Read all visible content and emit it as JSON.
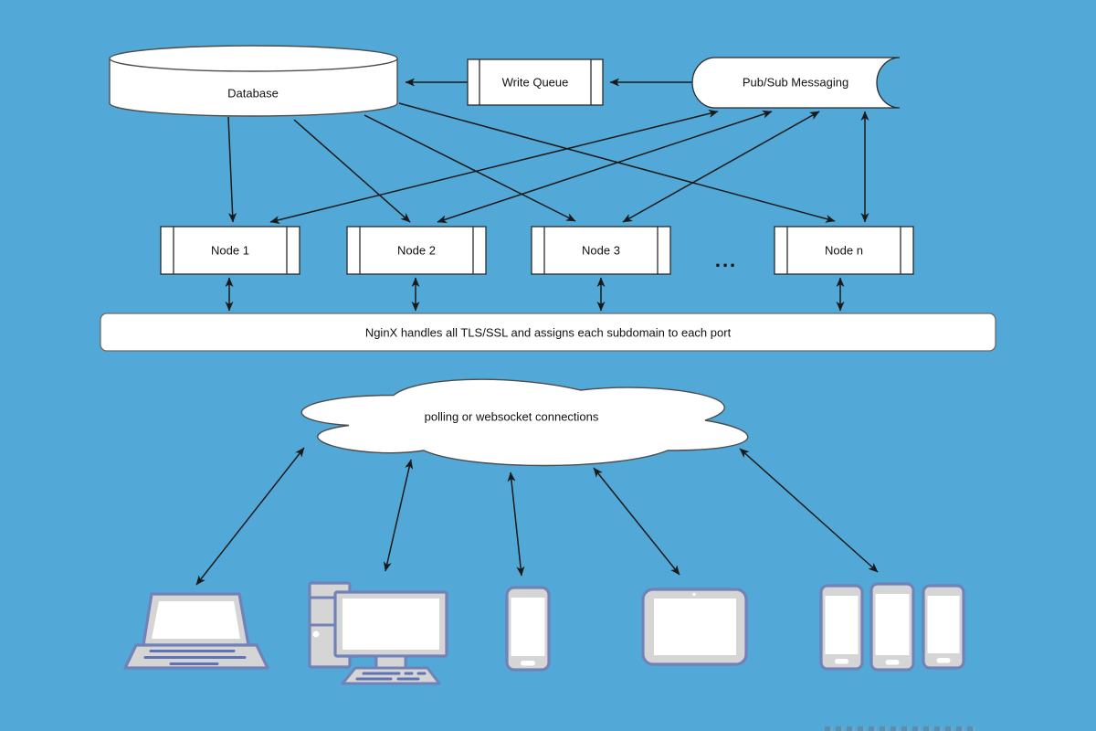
{
  "diagram": {
    "database": {
      "label": "Database",
      "shape": "cylinder"
    },
    "write_queue": {
      "label": "Write Queue",
      "shape": "predefined-process"
    },
    "pubsub": {
      "label": "Pub/Sub Messaging",
      "shape": "stored-data"
    },
    "nodes": [
      {
        "label": "Node 1"
      },
      {
        "label": "Node 2"
      },
      {
        "label": "Node 3"
      },
      {
        "label": "Node n"
      }
    ],
    "ellipsis": "...",
    "nginx_bar": {
      "label": "NginX handles all TLS/SSL and assigns each subdomain to each port"
    },
    "cloud": {
      "label": "polling or websocket connections"
    },
    "devices": [
      {
        "icon": "laptop-icon"
      },
      {
        "icon": "desktop-computer-icon"
      },
      {
        "icon": "smartphone-icon"
      },
      {
        "icon": "tablet-icon"
      },
      {
        "icon": "smartphone-group-icon"
      }
    ],
    "connections": [
      {
        "from": "Write Queue",
        "to": "Database",
        "arrows": "single"
      },
      {
        "from": "Pub/Sub Messaging",
        "to": "Write Queue",
        "arrows": "single"
      },
      {
        "from": "Database",
        "to": "Node 1",
        "arrows": "single"
      },
      {
        "from": "Database",
        "to": "Node 2",
        "arrows": "single"
      },
      {
        "from": "Database",
        "to": "Node 3",
        "arrows": "single"
      },
      {
        "from": "Database",
        "to": "Node n",
        "arrows": "single"
      },
      {
        "from": "Node 1",
        "to": "Pub/Sub Messaging",
        "arrows": "double"
      },
      {
        "from": "Node 2",
        "to": "Pub/Sub Messaging",
        "arrows": "double"
      },
      {
        "from": "Node 3",
        "to": "Pub/Sub Messaging",
        "arrows": "double"
      },
      {
        "from": "Node n",
        "to": "Pub/Sub Messaging",
        "arrows": "double"
      },
      {
        "from": "Node 1",
        "to": "NginX",
        "arrows": "double"
      },
      {
        "from": "Node 2",
        "to": "NginX",
        "arrows": "double"
      },
      {
        "from": "Node 3",
        "to": "NginX",
        "arrows": "double"
      },
      {
        "from": "Node n",
        "to": "NginX",
        "arrows": "double"
      },
      {
        "from": "cloud",
        "to": "laptop",
        "arrows": "double"
      },
      {
        "from": "cloud",
        "to": "desktop-computer",
        "arrows": "double"
      },
      {
        "from": "cloud",
        "to": "smartphone",
        "arrows": "double"
      },
      {
        "from": "cloud",
        "to": "tablet",
        "arrows": "double"
      },
      {
        "from": "cloud",
        "to": "smartphone-group",
        "arrows": "double"
      }
    ],
    "colors": {
      "background": "#52A8D6",
      "shape_fill": "#FFFFFF",
      "shape_stroke": "#4D4D4D",
      "arrow": "#1A1A1A",
      "device_outline": "#7282B8",
      "device_fill": "#D5D5D5",
      "device_detail": "#5F73B4"
    }
  }
}
